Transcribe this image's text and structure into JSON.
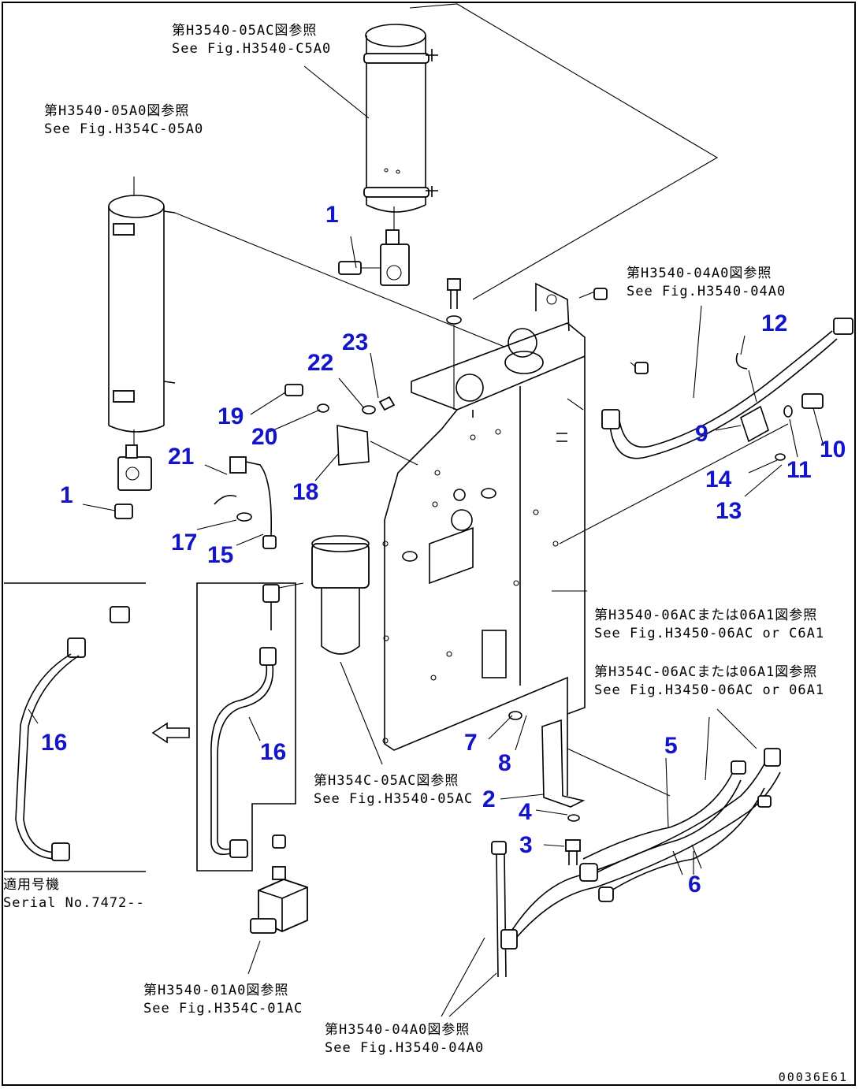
{
  "references": {
    "top_cylinder": {
      "jp": "第H3540-05AC図参照",
      "en": "See Fig.H3540-C5A0"
    },
    "left_cylinder": {
      "jp": "第H3540-05A0図参照",
      "en": "See Fig.H354C-05A0"
    },
    "right_upper": {
      "jp": "第H3540-04A0図参照",
      "en": "See Fig.H3540-04A0"
    },
    "frame_right1": {
      "jp": "第H3540-06ACまたは06A1図参照",
      "en": "See Fig.H3450-06AC or C6A1"
    },
    "frame_right2": {
      "jp": "第H354C-06ACまたは06A1図参照",
      "en": "See Fig.H3450-06AC or 06A1"
    },
    "filter": {
      "jp": "第H354C-05AC図参照",
      "en": "See Fig.H3540-05AC"
    },
    "valve_block": {
      "jp": "第H3540-01A0図参照",
      "en": "See Fig.H354C-01AC"
    },
    "bottom": {
      "jp": "第H3540-04A0図参照",
      "en": "See Fig.H3540-04A0"
    }
  },
  "serial": {
    "jp": "適用号機",
    "en": "Serial No.7472--"
  },
  "drawing_number": "00036E61",
  "callouts": {
    "c1a": "1",
    "c1b": "1",
    "c2": "2",
    "c3": "3",
    "c4": "4",
    "c5": "5",
    "c6": "6",
    "c7": "7",
    "c8": "8",
    "c9": "9",
    "c10": "10",
    "c11": "11",
    "c12": "12",
    "c13": "13",
    "c14": "14",
    "c15": "15",
    "c16a": "16",
    "c16b": "16",
    "c17": "17",
    "c18": "18",
    "c19": "19",
    "c20": "20",
    "c21": "21",
    "c22": "22",
    "c23": "23"
  },
  "colors": {
    "callout": "#1414c8",
    "line": "#000000",
    "background": "#ffffff"
  }
}
